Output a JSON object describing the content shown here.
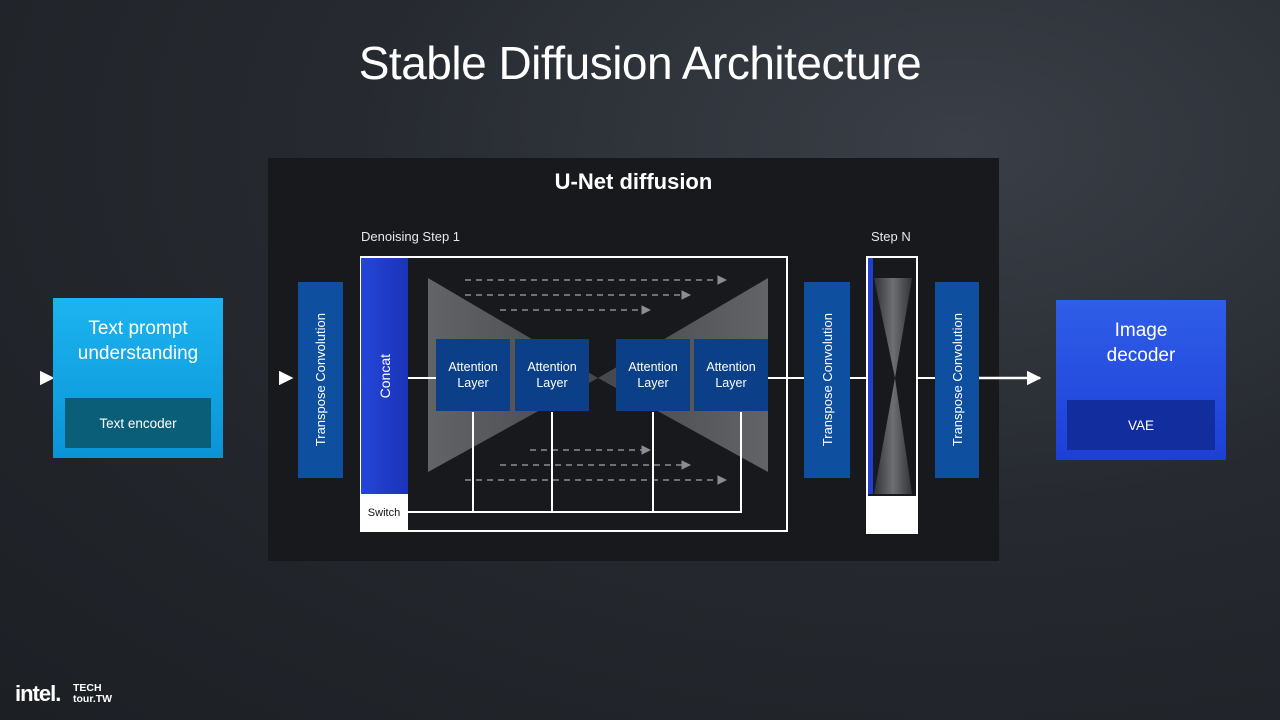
{
  "title": "Stable Diffusion Architecture",
  "unet": {
    "title": "U-Net diffusion",
    "step1_label": "Denoising Step 1",
    "stepn_label": "Step N"
  },
  "text_prompt": {
    "title_line1": "Text prompt",
    "title_line2": "understanding",
    "encoder": "Text encoder"
  },
  "blocks": {
    "transpose_conv": "Transpose Convolution",
    "concat": "Concat",
    "switch": "Switch"
  },
  "attention_layers": [
    {
      "line1": "Attention",
      "line2": "Layer"
    },
    {
      "line1": "Attention",
      "line2": "Layer"
    },
    {
      "line1": "Attention",
      "line2": "Layer"
    },
    {
      "line1": "Attention",
      "line2": "Layer"
    }
  ],
  "image_decoder": {
    "title_line1": "Image",
    "title_line2": "decoder",
    "vae": "VAE"
  },
  "logos": {
    "intel": "intel.",
    "tech_line1": "TECH",
    "tech_line2": "tour.TW"
  },
  "colors": {
    "text_prompt": "#0a94d6",
    "text_encoder": "#0b5e78",
    "transpose_conv": "#0f4fa0",
    "concat": "#1f3fd0",
    "attention": "#0b3f87",
    "image_decoder": "#1d3fd6",
    "vae": "#122d9e",
    "panel": "#17191c"
  }
}
